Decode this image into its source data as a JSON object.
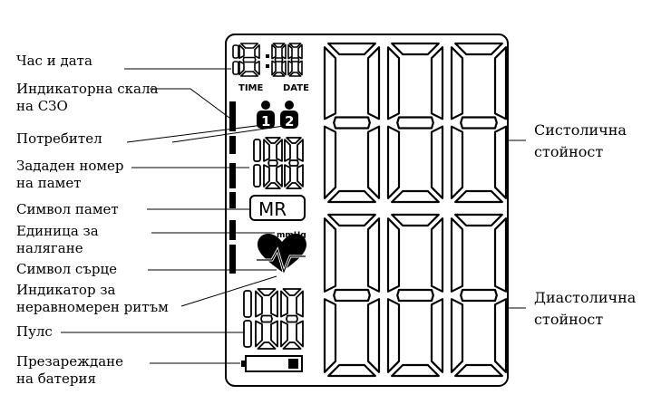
{
  "labels": {
    "time_date": "Час и дата",
    "who_scale_1": "Индикаторна скала",
    "who_scale_2": "на СЗО",
    "user": "Потребител",
    "memory_no_1": "Зададен номер",
    "memory_no_2": "на памет",
    "memory_symbol": "Символ памет",
    "unit_1": "Единица за",
    "unit_2": "налягане",
    "heart_symbol": "Символ сърце",
    "arrhythmia_1": "Индикатор за",
    "arrhythmia_2": "неравномерен ритъм",
    "pulse": "Пулс",
    "battery_1": "Презареждане",
    "battery_2": "на батерия",
    "systolic_1": "Систолична",
    "systolic_2": "стойност",
    "diastolic_1": "Диастолична",
    "diastolic_2": "стойност"
  },
  "display": {
    "time_label": "TIME",
    "date_label": "DATE",
    "user_1": "1",
    "user_2": "2",
    "memory_symbol": "MR",
    "unit": "mmHg"
  }
}
